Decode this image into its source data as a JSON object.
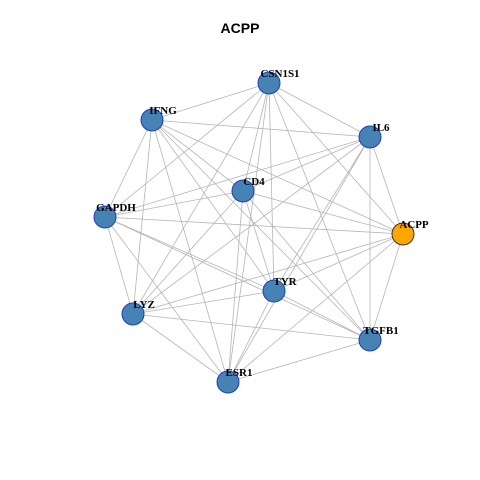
{
  "title": "ACPP",
  "colors": {
    "default_node": "#4682B4",
    "default_border": "#1f3fbf",
    "highlight_node": "#FFA500",
    "highlight_border": "#333333",
    "edge": "#b5b5b5"
  },
  "nodes": [
    {
      "id": "CSN1S1",
      "label": "CSN1S1",
      "highlighted": false
    },
    {
      "id": "IFNG",
      "label": "IFNG",
      "highlighted": false
    },
    {
      "id": "IL6",
      "label": "IL6",
      "highlighted": false
    },
    {
      "id": "CD4",
      "label": "CD4",
      "highlighted": false
    },
    {
      "id": "GAPDH",
      "label": "GAPDH",
      "highlighted": false
    },
    {
      "id": "ACPP",
      "label": "ACPP",
      "highlighted": true
    },
    {
      "id": "TYR",
      "label": "TYR",
      "highlighted": false
    },
    {
      "id": "LYZ",
      "label": "LYZ",
      "highlighted": false
    },
    {
      "id": "TGFB1",
      "label": "TGFB1",
      "highlighted": false
    },
    {
      "id": "ESR1",
      "label": "ESR1",
      "highlighted": false
    }
  ],
  "edges": [
    [
      "CSN1S1",
      "IFNG"
    ],
    [
      "CSN1S1",
      "IL6"
    ],
    [
      "CSN1S1",
      "CD4"
    ],
    [
      "CSN1S1",
      "GAPDH"
    ],
    [
      "CSN1S1",
      "ACPP"
    ],
    [
      "CSN1S1",
      "TYR"
    ],
    [
      "CSN1S1",
      "LYZ"
    ],
    [
      "CSN1S1",
      "TGFB1"
    ],
    [
      "CSN1S1",
      "ESR1"
    ],
    [
      "IFNG",
      "IL6"
    ],
    [
      "IFNG",
      "CD4"
    ],
    [
      "IFNG",
      "GAPDH"
    ],
    [
      "IFNG",
      "ACPP"
    ],
    [
      "IFNG",
      "TYR"
    ],
    [
      "IFNG",
      "LYZ"
    ],
    [
      "IFNG",
      "TGFB1"
    ],
    [
      "IFNG",
      "ESR1"
    ],
    [
      "IL6",
      "CD4"
    ],
    [
      "IL6",
      "GAPDH"
    ],
    [
      "IL6",
      "ACPP"
    ],
    [
      "IL6",
      "TYR"
    ],
    [
      "IL6",
      "LYZ"
    ],
    [
      "IL6",
      "TGFB1"
    ],
    [
      "IL6",
      "ESR1"
    ],
    [
      "CD4",
      "GAPDH"
    ],
    [
      "CD4",
      "ACPP"
    ],
    [
      "CD4",
      "TYR"
    ],
    [
      "CD4",
      "LYZ"
    ],
    [
      "CD4",
      "TGFB1"
    ],
    [
      "CD4",
      "ESR1"
    ],
    [
      "GAPDH",
      "ACPP"
    ],
    [
      "GAPDH",
      "TYR"
    ],
    [
      "GAPDH",
      "LYZ"
    ],
    [
      "GAPDH",
      "TGFB1"
    ],
    [
      "GAPDH",
      "ESR1"
    ],
    [
      "ACPP",
      "TYR"
    ],
    [
      "ACPP",
      "LYZ"
    ],
    [
      "ACPP",
      "TGFB1"
    ],
    [
      "ACPP",
      "ESR1"
    ],
    [
      "TYR",
      "LYZ"
    ],
    [
      "TYR",
      "TGFB1"
    ],
    [
      "TYR",
      "ESR1"
    ],
    [
      "LYZ",
      "TGFB1"
    ],
    [
      "LYZ",
      "ESR1"
    ],
    [
      "TGFB1",
      "ESR1"
    ]
  ]
}
